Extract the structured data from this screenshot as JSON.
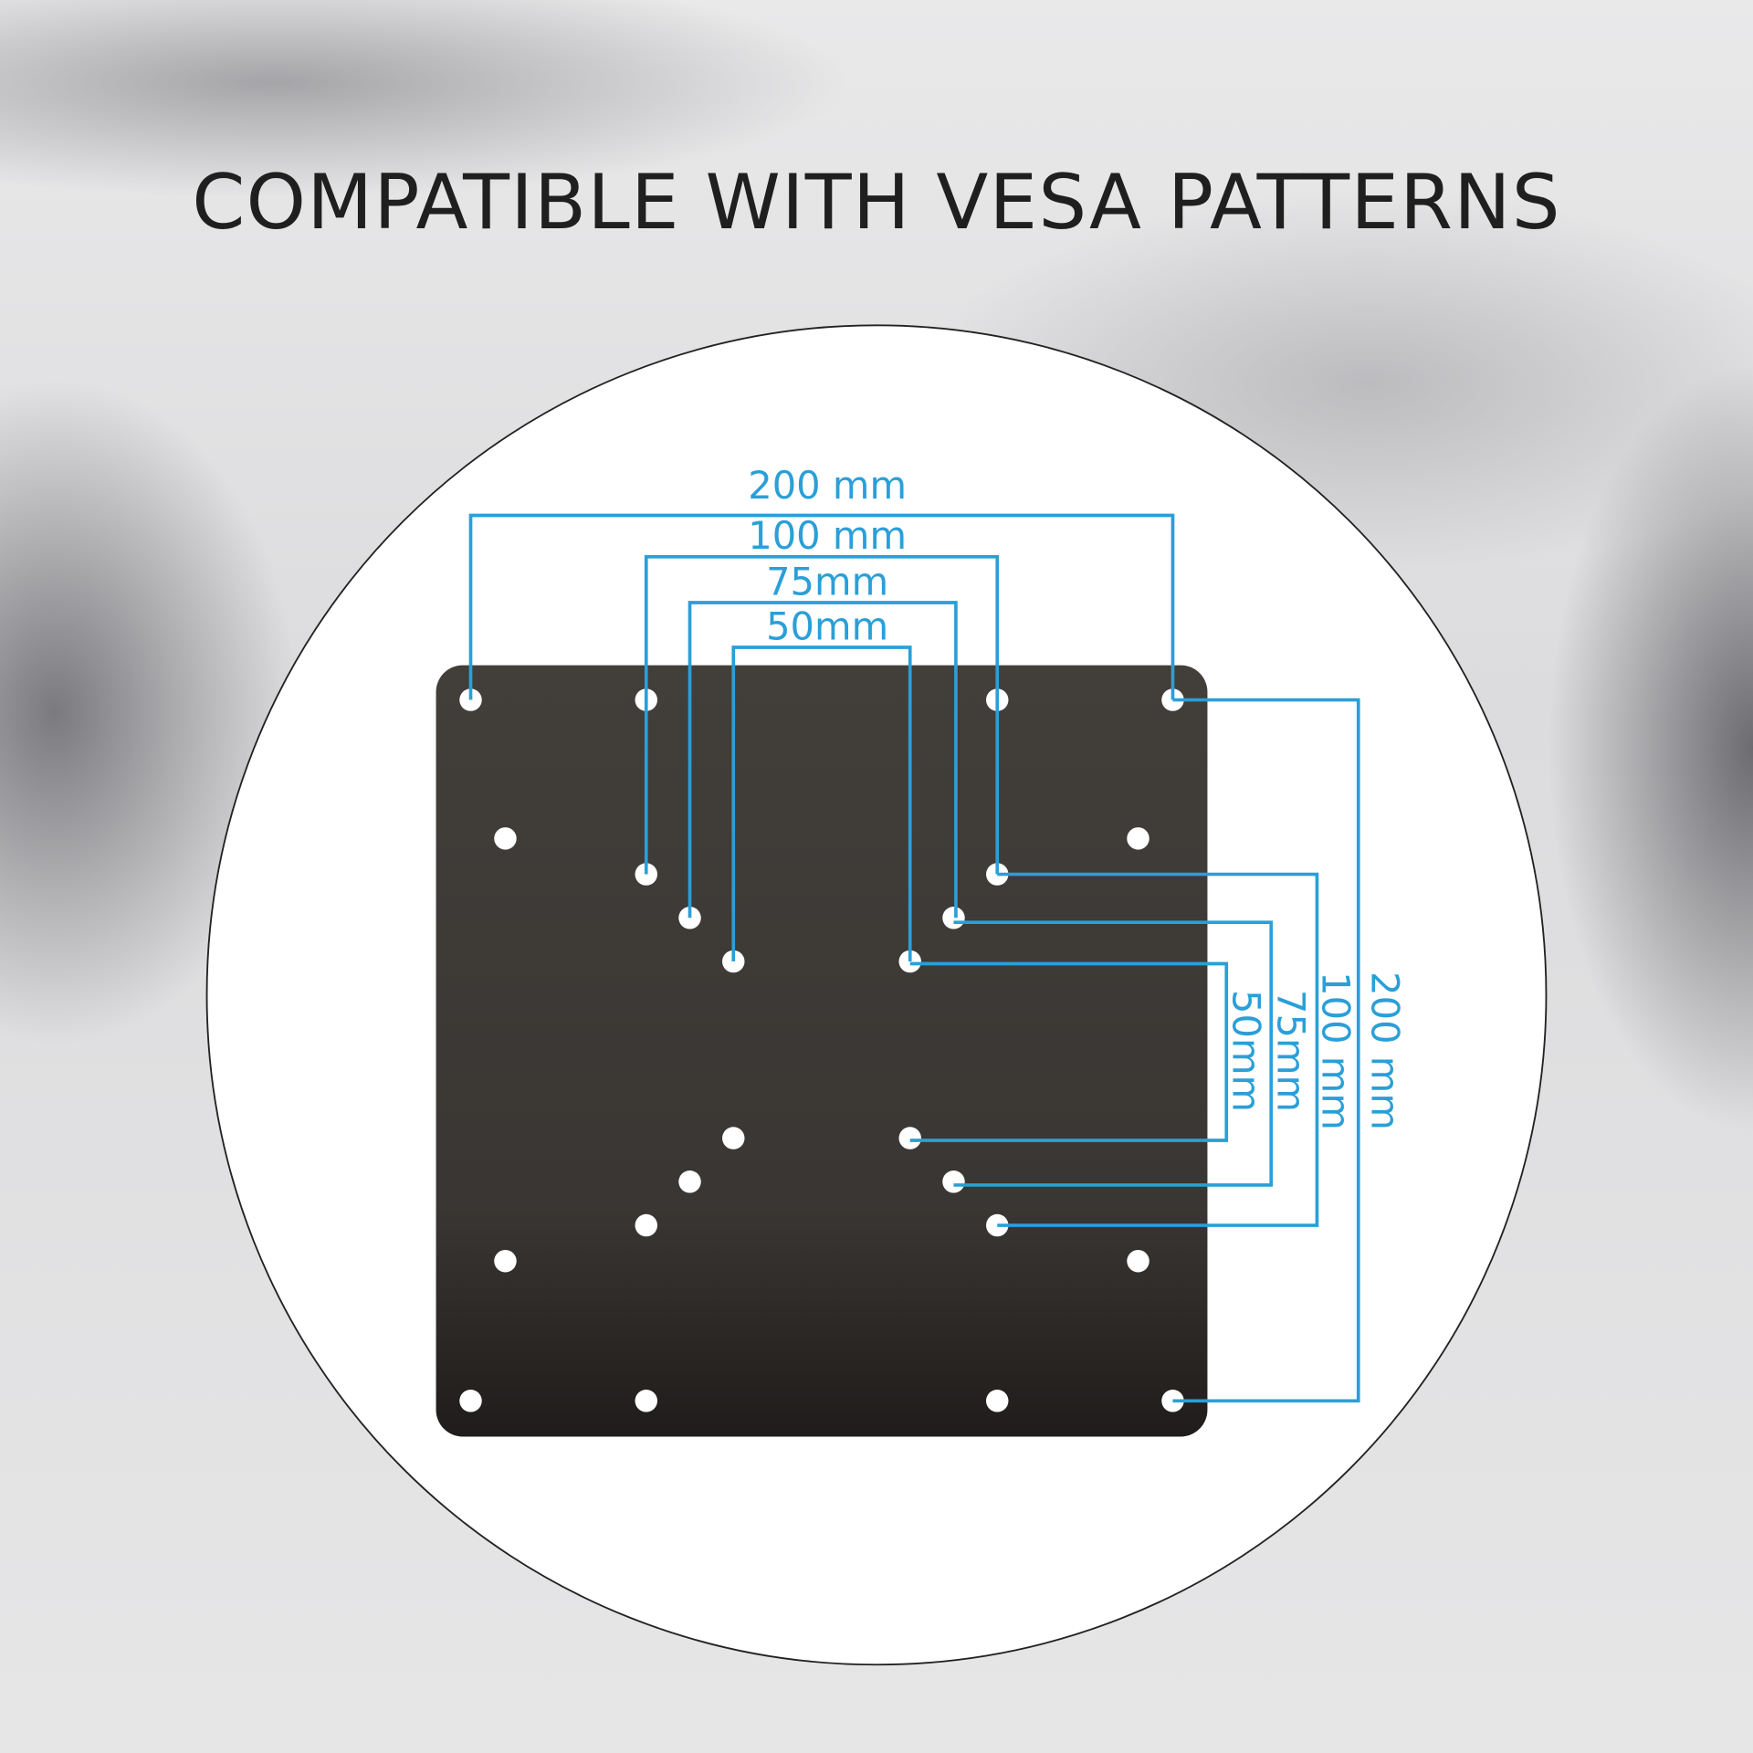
{
  "title": "COMPATIBLE WITH VESA PATTERNS",
  "colors": {
    "accent": "#2a9fd8",
    "plate": "#3f3b37"
  },
  "horizontal_dimensions": [
    {
      "label": "200 mm",
      "mm": 200
    },
    {
      "label": "100 mm",
      "mm": 100
    },
    {
      "label": "75mm",
      "mm": 75
    },
    {
      "label": "50mm",
      "mm": 50
    }
  ],
  "vertical_dimensions": [
    {
      "label": "200 mm",
      "mm": 200
    },
    {
      "label": "100 mm",
      "mm": 100
    },
    {
      "label": "75mm",
      "mm": 75
    },
    {
      "label": "50mm",
      "mm": 50
    }
  ]
}
